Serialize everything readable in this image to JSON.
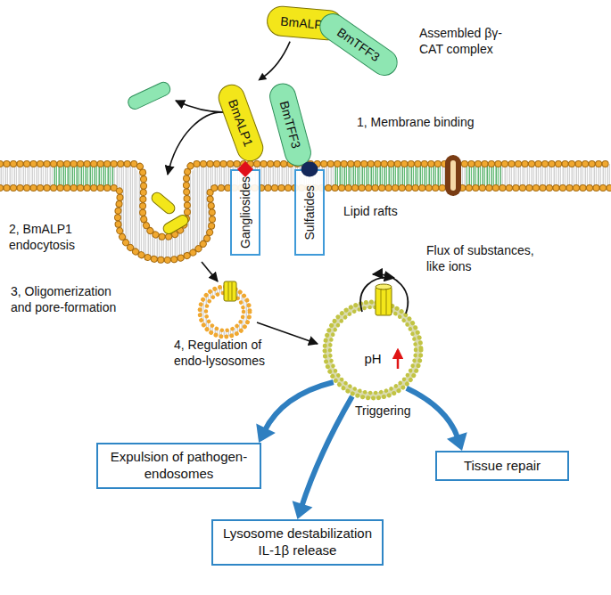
{
  "diagram": {
    "nodes": [
      {
        "text": [
          "BmALP1"
        ]
      },
      {
        "text": [
          "BmTFF3"
        ]
      },
      {
        "text": [
          "BmALP1"
        ]
      },
      {
        "text": [
          "BmTFF3"
        ]
      },
      {
        "text": [
          "Gangliosides"
        ]
      },
      {
        "text": [
          "Sulfatides"
        ]
      },
      {
        "text": [
          "pH"
        ]
      },
      {
        "text": [
          "Expulsion of pathogen-endosomes"
        ]
      },
      {
        "text": [
          "Tissue repair"
        ]
      },
      {
        "text": [
          "Lysosome destabilization IL-1β release"
        ]
      }
    ],
    "edges": [
      {
        "from": 0,
        "to": 2,
        "arrow": "to"
      },
      {
        "from": 6,
        "to": 7,
        "arrow": "to"
      },
      {
        "from": 6,
        "to": 9,
        "arrow": "to"
      },
      {
        "from": 6,
        "to": 8,
        "arrow": "to"
      }
    ],
    "labels": [
      "Assembled βγ-CAT complex",
      "1, Membrane binding",
      "Lipid rafts",
      "2, BmALP1 endocytosis",
      "3, Oligomerization and pore-formation",
      "Flux of substances, like ions",
      "4, Regulation of endo-lysosomes",
      "Triggering"
    ]
  }
}
